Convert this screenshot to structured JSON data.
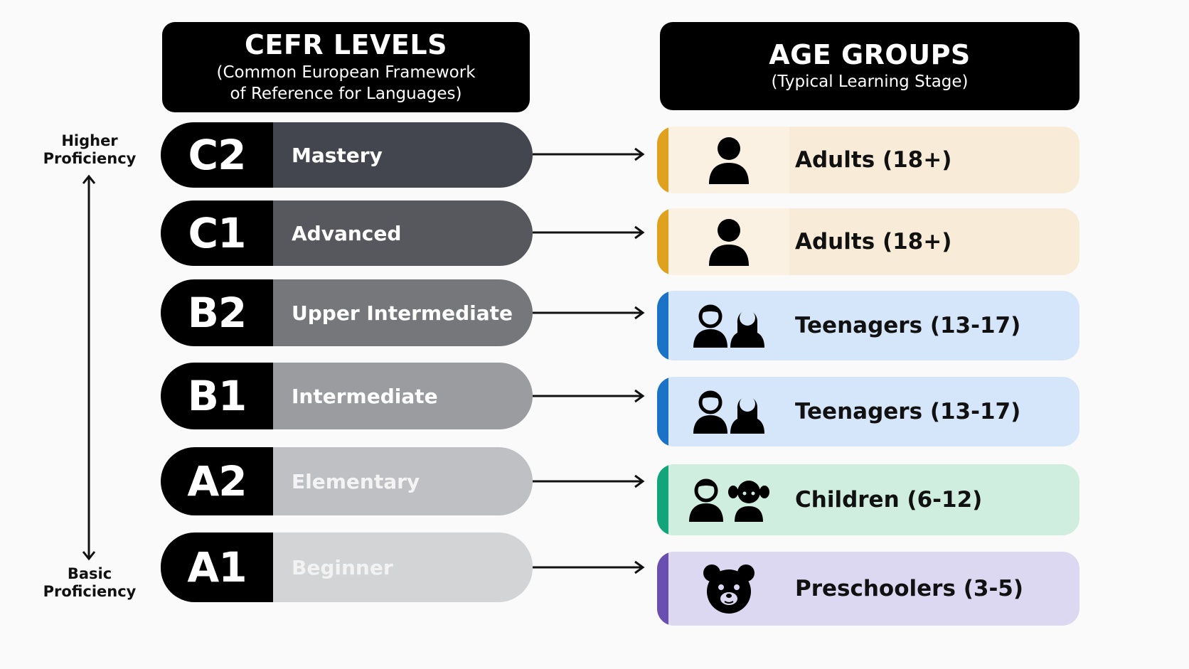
{
  "left_header": {
    "title": "CEFR LEVELS",
    "subtitle_line1": "(Common European Framework",
    "subtitle_line2": "of Reference for Languages)"
  },
  "right_header": {
    "title": "AGE GROUPS",
    "subtitle": "(Typical Learning Stage)"
  },
  "axis": {
    "top_line1": "Higher",
    "top_line2": "Proficiency",
    "bottom_line1": "Basic",
    "bottom_line2": "Proficiency"
  },
  "levels": [
    {
      "code": "C2",
      "name": "Mastery",
      "bg": "#43464e",
      "text_color": "#ffffff"
    },
    {
      "code": "C1",
      "name": "Advanced",
      "bg": "#56585d",
      "text_color": "#ffffff"
    },
    {
      "code": "B2",
      "name": "Upper Intermediate",
      "bg": "#76777b",
      "text_color": "#ffffff"
    },
    {
      "code": "B1",
      "name": "Intermediate",
      "bg": "#9b9c9f",
      "text_color": "#ffffff"
    },
    {
      "code": "A2",
      "name": "Elementary",
      "bg": "#bfc0c3",
      "text_color": "#f4f4f4"
    },
    {
      "code": "A1",
      "name": "Beginner",
      "bg": "#d3d4d6",
      "text_color": "#f2f2f2"
    }
  ],
  "age_groups": [
    {
      "label": "Adults (18+)",
      "icon": "adult-icon",
      "stripe": "#e0a21e",
      "bg": "#f8ecd8",
      "icon_bg": "#faf1e2"
    },
    {
      "label": "Adults (18+)",
      "icon": "adult-icon",
      "stripe": "#e0a21e",
      "bg": "#f8ecd8",
      "icon_bg": "#faf1e2"
    },
    {
      "label": "Teenagers (13-17)",
      "icon": "teenagers-icon",
      "stripe": "#1a73c6",
      "bg": "#d6e6fa",
      "icon_bg": "#d6e6fa"
    },
    {
      "label": "Teenagers (13-17)",
      "icon": "teenagers-icon",
      "stripe": "#1a73c6",
      "bg": "#d6e6fa",
      "icon_bg": "#d6e6fa"
    },
    {
      "label": "Children (6-12)",
      "icon": "children-icon",
      "stripe": "#13a57a",
      "bg": "#cfeedf",
      "icon_bg": "#cfeedf"
    },
    {
      "label": "Preschoolers (3-5)",
      "icon": "bear-icon",
      "stripe": "#6a4fb0",
      "bg": "#ddd8f2",
      "icon_bg": "#ddd8f2"
    }
  ]
}
